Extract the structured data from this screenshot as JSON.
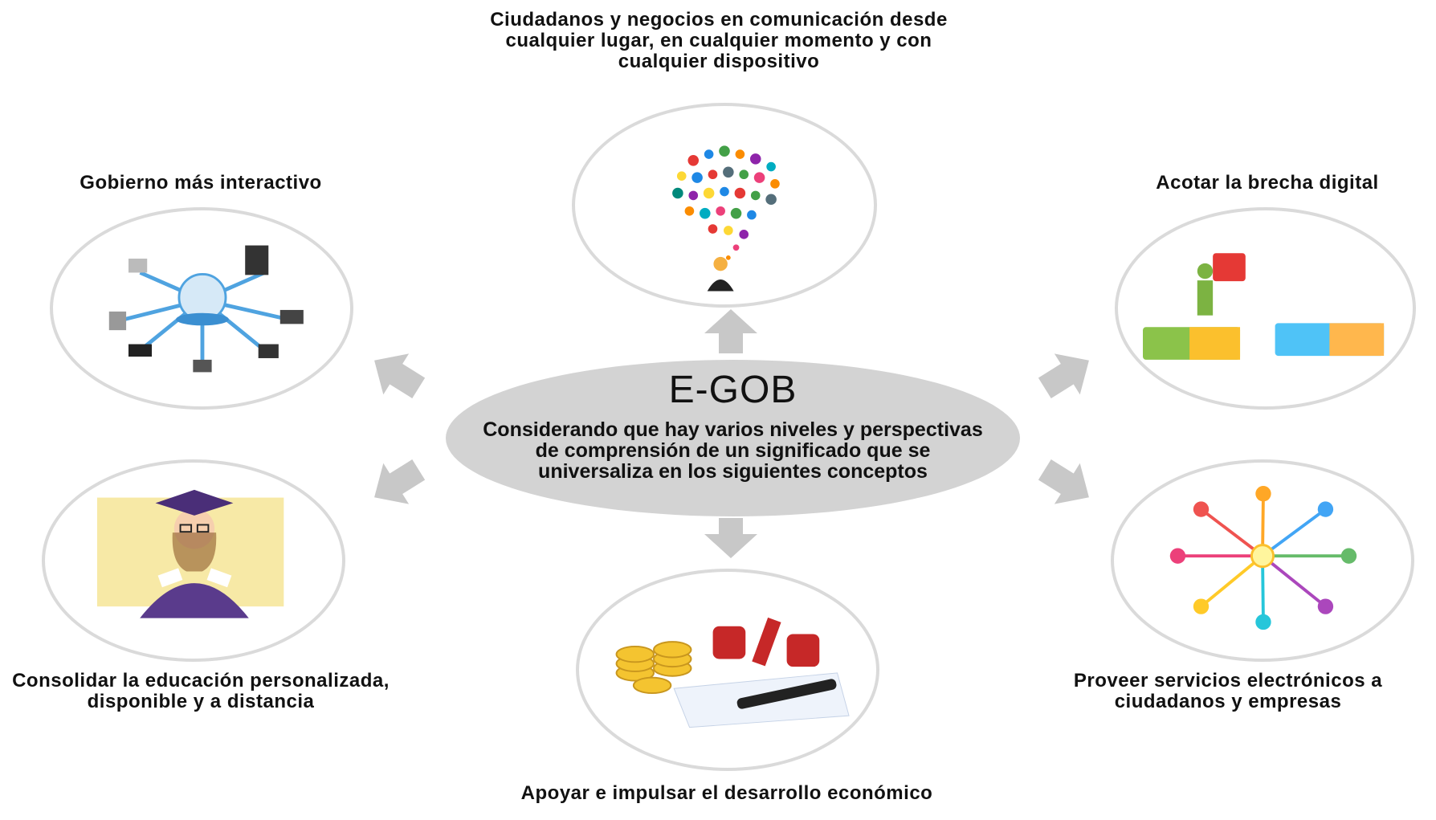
{
  "center": {
    "title": "E-GOB",
    "text": "Considerando que hay varios niveles y perspectivas de comprensión de un significado que se universaliza en los siguientes conceptos"
  },
  "nodes": {
    "top": "Ciudadanos y negocios en comunicación desde cualquier lugar, en cualquier momento y con cualquier dispositivo",
    "top_left": "Gobierno más interactivo",
    "top_right": "Acotar la brecha digital",
    "bottom_left": "Consolidar la educación personalizada, disponible y a distancia",
    "bottom_right": "Proveer servicios electrónicos a ciudadanos y empresas",
    "bottom": "Apoyar e impulsar el desarrollo económico"
  },
  "colors": {
    "arrow": "#c8c8c8",
    "ellipse": "#d3d3d3",
    "circle_border": "#dadada"
  }
}
